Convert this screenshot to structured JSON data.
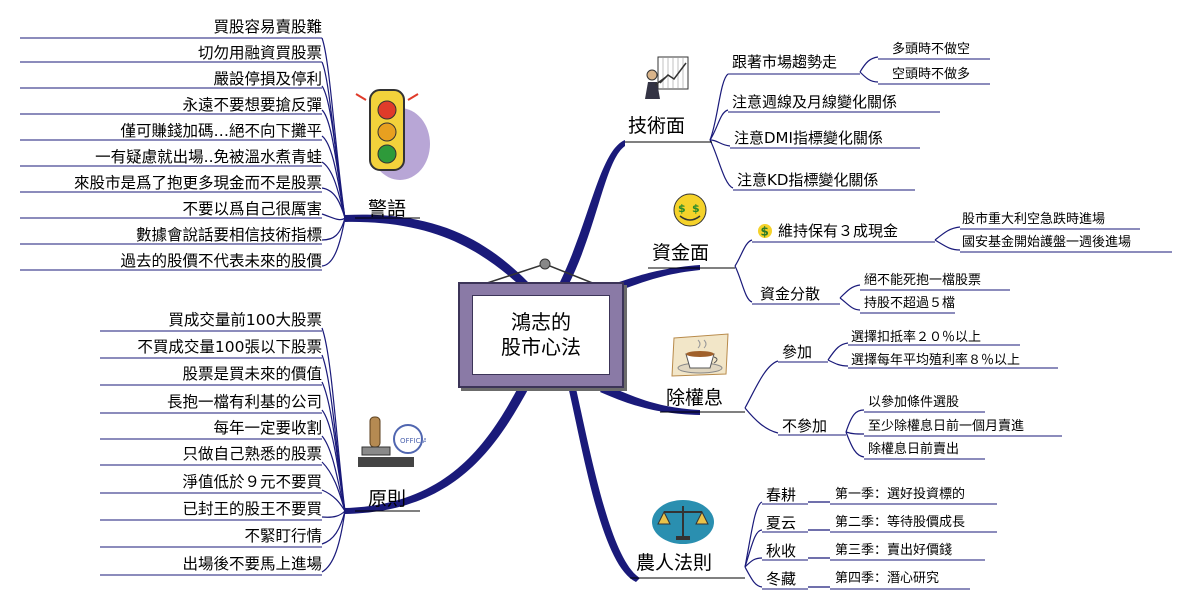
{
  "center": {
    "line1": "鴻志的",
    "line2": "股市心法"
  },
  "left_top": {
    "title": "警語",
    "items": [
      "買股容易賣股難",
      "切勿用融資買股票",
      "嚴設停損及停利",
      "永遠不要想要搶反彈",
      "僅可賺錢加碼…絕不向下攤平",
      "一有疑慮就出場..免被溫水煮青蛙",
      "來股市是爲了抱更多現金而不是股票",
      "不要以爲自己很厲害",
      "數據會說話要相信技術指標",
      "過去的股價不代表未來的股價"
    ]
  },
  "left_bottom": {
    "title": "原則",
    "items": [
      "買成交量前100大股票",
      "不買成交量100張以下股票",
      "股票是買未來的價值",
      "長抱一檔有利基的公司",
      "每年一定要收割",
      "只做自己熟悉的股票",
      "淨值低於９元不要買",
      "已封王的股王不要買",
      "不緊盯行情",
      "出場後不要馬上進場"
    ]
  },
  "right": {
    "tech": {
      "title": "技術面",
      "trend": "跟著市場趨勢走",
      "trend_children": [
        "多頭時不做空",
        "空頭時不做多"
      ],
      "items": [
        "注意週線及月線變化關係",
        "注意DMI指標變化關係",
        "注意KD指標變化關係"
      ]
    },
    "money": {
      "title": "資金面",
      "keep": "維持保有３成現金",
      "keep_children": [
        "股市重大利空急跌時進場",
        "國安基金開始護盤一週後進場"
      ],
      "spread": "資金分散",
      "spread_children": [
        "絕不能死抱一檔股票",
        "持股不超過５檔"
      ]
    },
    "dividend": {
      "title": "除權息",
      "join": "參加",
      "join_children": [
        "選擇扣抵率２０％以上",
        "選擇每年平均殖利率８％以上"
      ],
      "nojoin": "不參加",
      "nojoin_children": [
        "以參加條件選股",
        "至少除權息日前一個月賣進",
        "除權息日前賣出"
      ]
    },
    "farmer": {
      "title": "農人法則",
      "seasons": [
        {
          "name": "春耕",
          "text": "第一季：選好投資標的"
        },
        {
          "name": "夏云",
          "text": "第二季：等待股價成長"
        },
        {
          "name": "秋收",
          "text": "第三季：賣出好價錢"
        },
        {
          "name": "冬藏",
          "text": "第四季：潛心研究"
        }
      ]
    }
  },
  "icons": [
    "traffic-light-icon",
    "office-stamp-icon",
    "chart-presenter-icon",
    "dollar-face-icon",
    "dollar-sign-icon",
    "coffee-cup-icon",
    "scales-icon"
  ],
  "colors": {
    "branch": "#1a1a7a",
    "frame": "#8a7aa6",
    "leaf_line": "#000000"
  }
}
